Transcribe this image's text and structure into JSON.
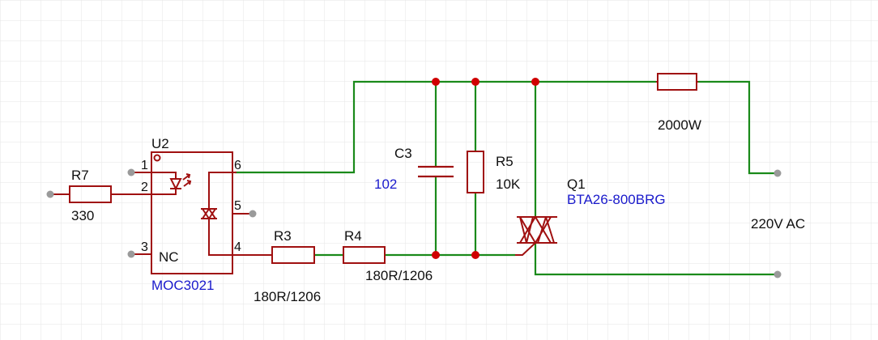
{
  "colors": {
    "wire": "#1a8a1a",
    "component": "#a01010",
    "junction": "#d00000",
    "designator": "#101010",
    "value": "#1a1acc",
    "terminal": "#9a9a9a",
    "grid": "#e6e6e6"
  },
  "components": {
    "u2": {
      "designator": "U2",
      "value": "MOC3021",
      "pin1": "1",
      "pin2": "2",
      "pin3": "3",
      "pin4": "4",
      "pin5": "5",
      "pin6": "6",
      "nc": "NC"
    },
    "r7": {
      "designator": "R7",
      "value": "330"
    },
    "r3": {
      "designator": "R3",
      "value": "180R/1206"
    },
    "r4": {
      "designator": "R4",
      "value": "180R/1206"
    },
    "c3": {
      "designator": "C3",
      "value": "102"
    },
    "r5": {
      "designator": "R5",
      "value": "10K"
    },
    "q1": {
      "designator": "Q1",
      "value": "BTA26-800BRG"
    },
    "load": {
      "value": "2000W"
    }
  },
  "supply": {
    "label": "220V AC"
  }
}
